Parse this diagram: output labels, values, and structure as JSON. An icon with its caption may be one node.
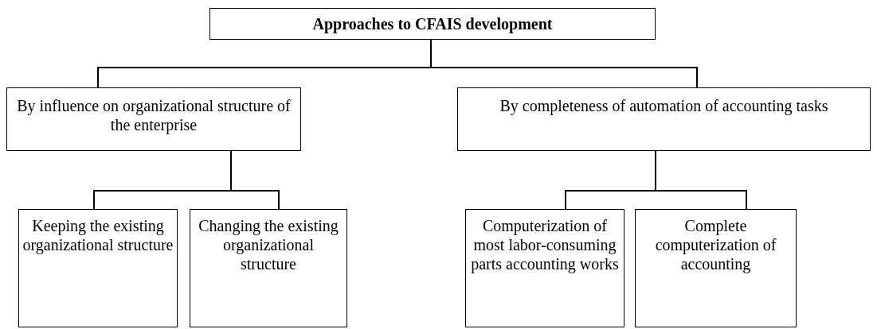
{
  "diagram": {
    "nodes": [
      {
        "text": [
          "Approaches to CFAIS development"
        ]
      },
      {
        "text": [
          "By influence on organizational structure of the enterprise"
        ]
      },
      {
        "text": [
          "By completeness of automation of accounting tasks"
        ]
      },
      {
        "text": [
          "Keeping the existing organizational structure"
        ]
      },
      {
        "text": [
          "Changing the existing organizational structure"
        ]
      },
      {
        "text": [
          "Computerization of most labor-consuming parts accounting works"
        ]
      },
      {
        "text": [
          "Complete computerization of accounting"
        ]
      }
    ],
    "edges": [
      {
        "from": 0,
        "to": 1,
        "arrow": "none"
      },
      {
        "from": 0,
        "to": 2,
        "arrow": "none"
      },
      {
        "from": 1,
        "to": 3,
        "arrow": "none"
      },
      {
        "from": 1,
        "to": 4,
        "arrow": "none"
      },
      {
        "from": 2,
        "to": 5,
        "arrow": "none"
      },
      {
        "from": 2,
        "to": 6,
        "arrow": "none"
      }
    ]
  }
}
